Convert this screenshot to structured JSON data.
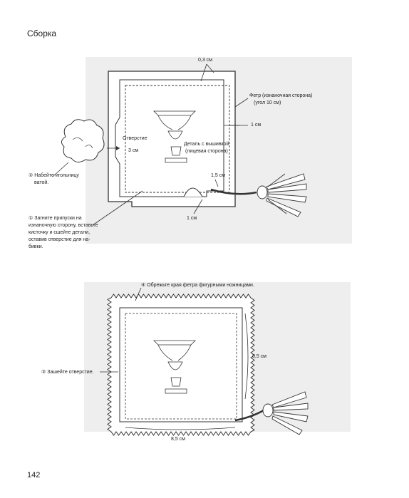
{
  "page": {
    "heading": "Сборка",
    "page_number": "142"
  },
  "figure1": {
    "dim_top": "0,3 см",
    "felt_label_1": "Фетр (изнаночная сторона)",
    "felt_label_2": "(угол 10 см)",
    "opening_label_1": "Отверстие",
    "opening_label_2": "3 см",
    "embroidery_label_1": "Деталь с вышивкой",
    "embroidery_label_2": "(лицевая сторона)",
    "dim_right": "1 см",
    "dim_tassel": "1,5 см",
    "dim_bottom": "1 см",
    "step2_1": "② Набейте игольницу",
    "step2_2": "ватой.",
    "step1_1": "① Загните припуски на",
    "step1_2": "изнаночную сторону, вставьте",
    "step1_3": "кисточку и сшейте детали,",
    "step1_4": "оставив отверстие для на-",
    "step1_5": "бивки."
  },
  "figure2": {
    "step4": "④ Обрежьте края фетра фигурными ножницами.",
    "step3": "③ Зашейте отверстие.",
    "dim_right": "8,5 см",
    "dim_bottom": "8,5 см"
  }
}
